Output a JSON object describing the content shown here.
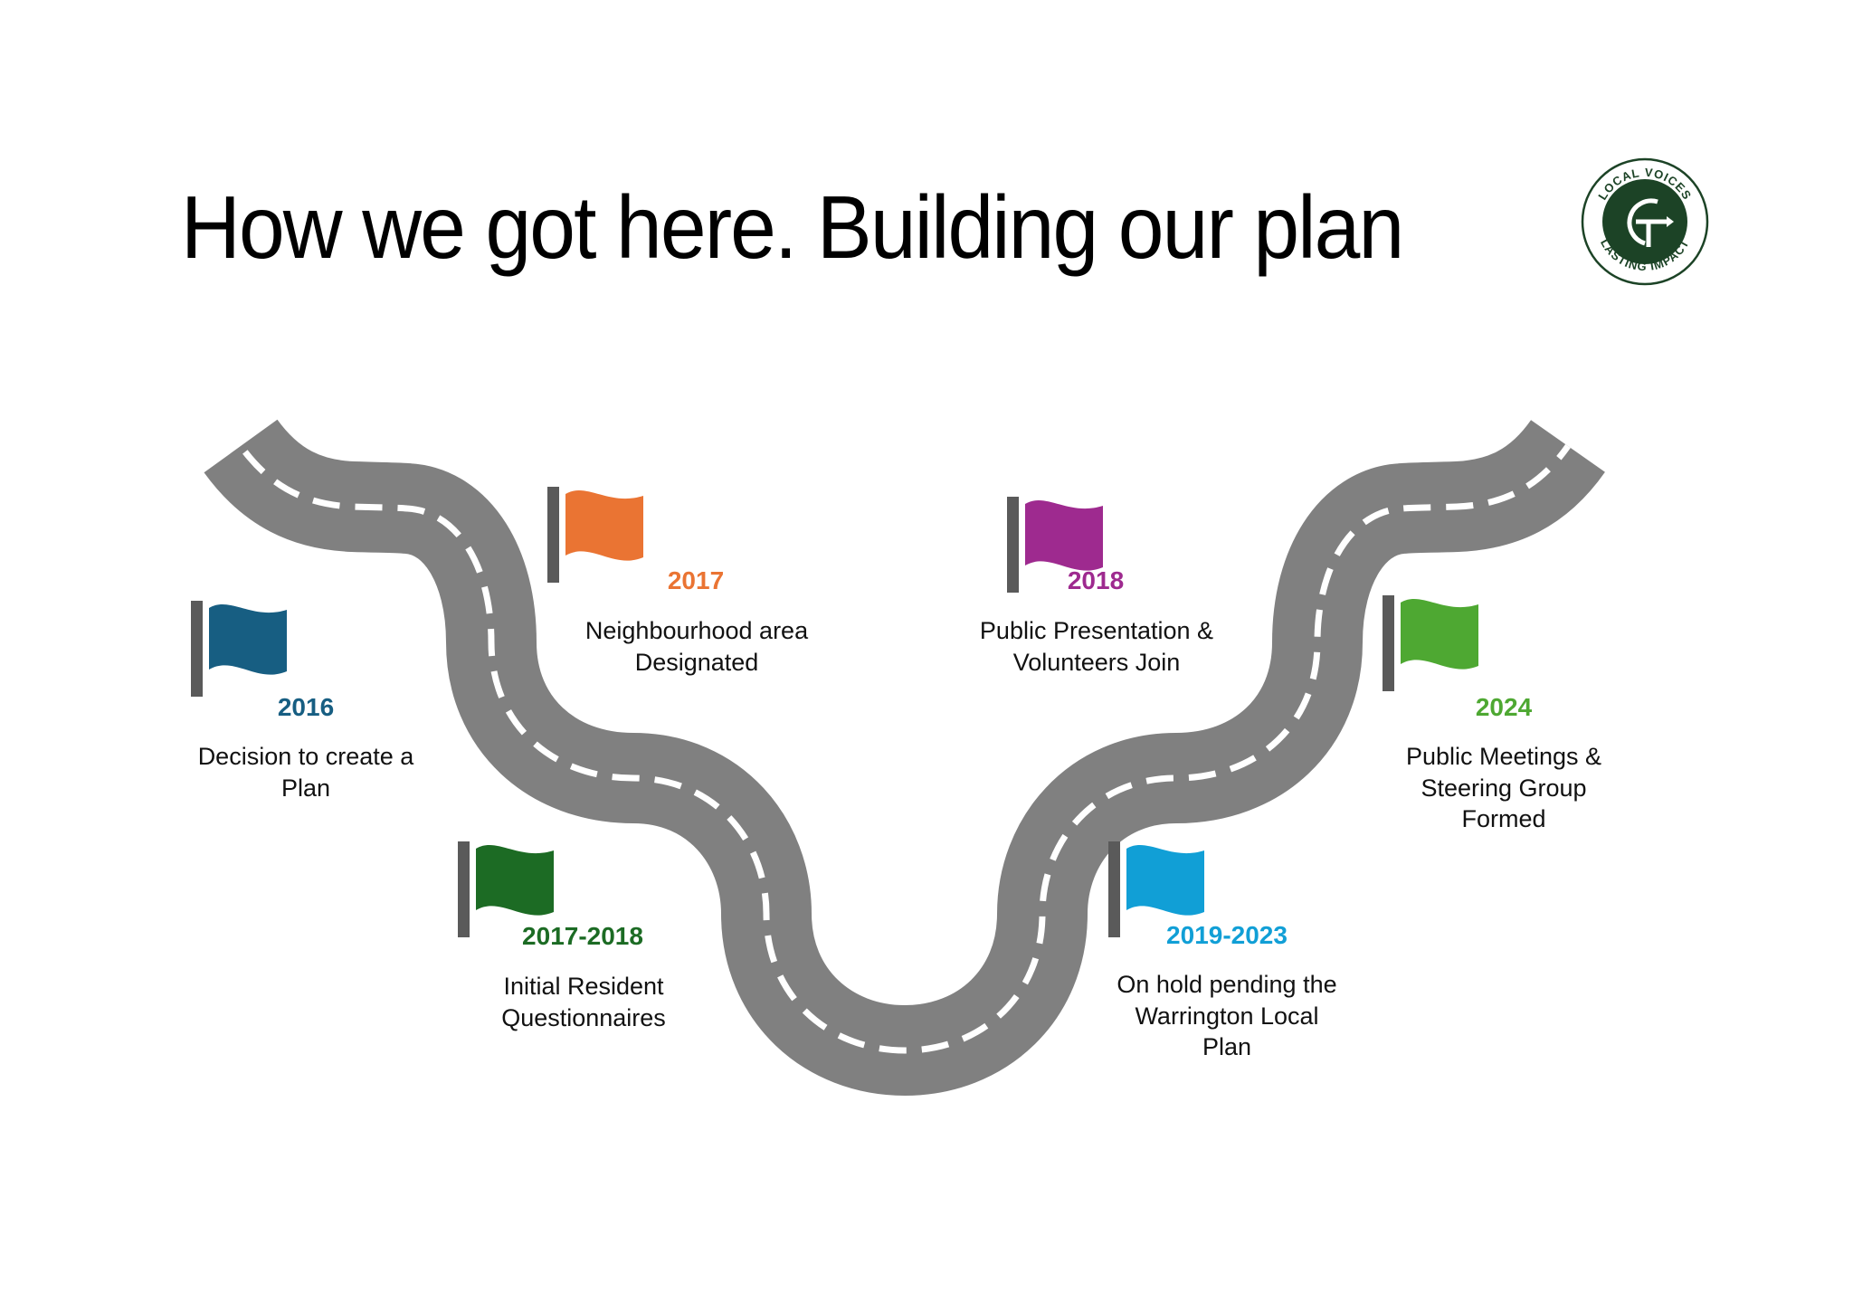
{
  "page": {
    "title": "How we got here.  Building our plan"
  },
  "logo": {
    "top_text": "LOCAL VOICES",
    "bottom_text": "LASTING IMPACT",
    "monogram": "GT",
    "color": "#1c4326"
  },
  "road": {
    "color": "#808080",
    "dash_color": "#ffffff"
  },
  "flag_pole_color": "#5a5a5a",
  "milestones": [
    {
      "year": "2016",
      "color": "#175e82",
      "lines": [
        "Decision to create a",
        "Plan"
      ]
    },
    {
      "year": "2017",
      "color": "#ea7433",
      "lines": [
        "Neighbourhood area",
        "Designated"
      ]
    },
    {
      "year": "2017-2018",
      "color": "#1c6b24",
      "lines": [
        "Initial Resident",
        "Questionnaires"
      ]
    },
    {
      "year": "2018",
      "color": "#9e2a8f",
      "lines": [
        "Public Presentation &",
        "Volunteers Join"
      ]
    },
    {
      "year": "2019-2023",
      "color": "#119fd6",
      "lines": [
        "On hold pending the",
        "Warrington Local",
        "Plan"
      ]
    },
    {
      "year": "2024",
      "color": "#4ea832",
      "lines": [
        "Public Meetings &",
        "Steering Group",
        "Formed"
      ]
    }
  ]
}
